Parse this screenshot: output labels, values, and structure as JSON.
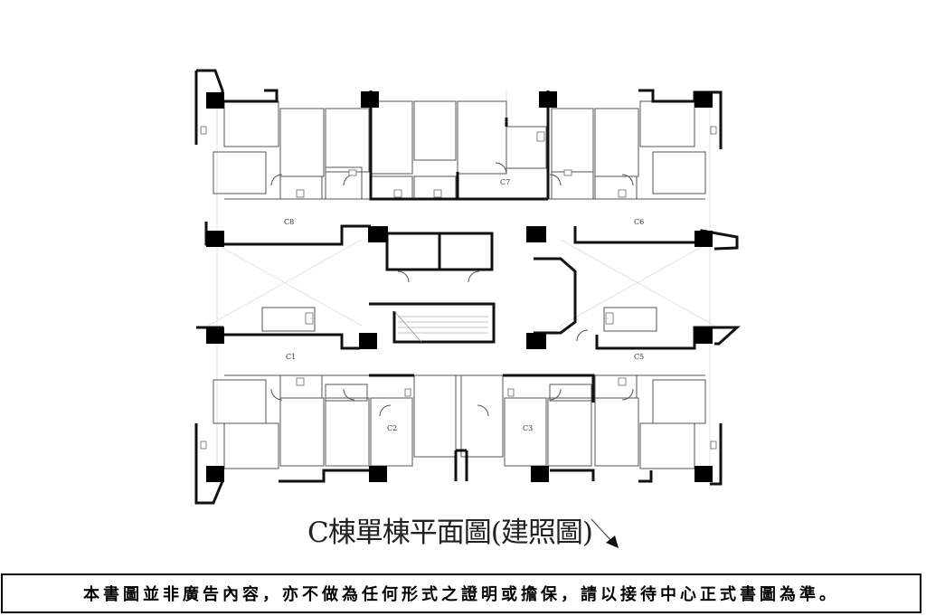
{
  "diagram": {
    "title": "C棟單棟平面圖(建照圖)",
    "units": {
      "c1": "C1",
      "c2": "C2",
      "c3": "C3",
      "c5": "C5",
      "c6": "C6",
      "c7": "C7",
      "c8": "C8"
    }
  },
  "footer": {
    "disclaimer": "本書圖並非廣告內容，亦不做為任何形式之證明或擔保，請以接待中心正式書圖為準。"
  },
  "colors": {
    "wall": "#111111",
    "thin_line": "#555555",
    "column_fill": "#000000",
    "border": "#000000"
  },
  "icons": {
    "compass": "north-arrow-icon"
  }
}
